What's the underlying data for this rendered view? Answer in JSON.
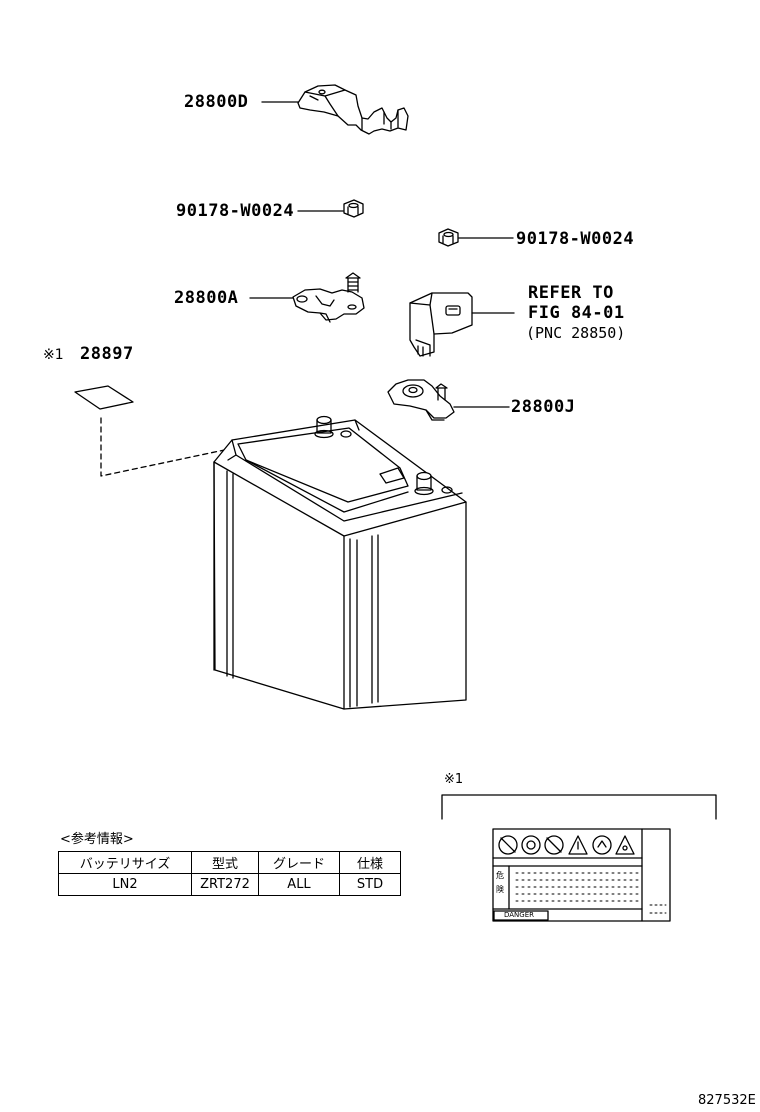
{
  "callouts": {
    "part_28800D": "28800D",
    "nut_left": "90178-W0024",
    "nut_right": "90178-W0024",
    "part_28800A": "28800A",
    "refer_line1": "REFER TO",
    "refer_line2": "FIG 84-01",
    "refer_line3": "(PNC 28850)",
    "note_mark": "※1",
    "part_28897": "28897",
    "part_28800J": "28800J"
  },
  "label_detail": {
    "mark": "※1",
    "label_title_chars": [
      "危",
      "険"
    ],
    "danger_text": "DANGER"
  },
  "reference_table": {
    "title": "<参考情報>",
    "headers": [
      "バッテリサイズ",
      "型式",
      "グレード",
      "仕様"
    ],
    "rows": [
      [
        "LN2",
        "ZRT272",
        "ALL",
        "STD"
      ]
    ]
  },
  "figure_id": "827532E"
}
